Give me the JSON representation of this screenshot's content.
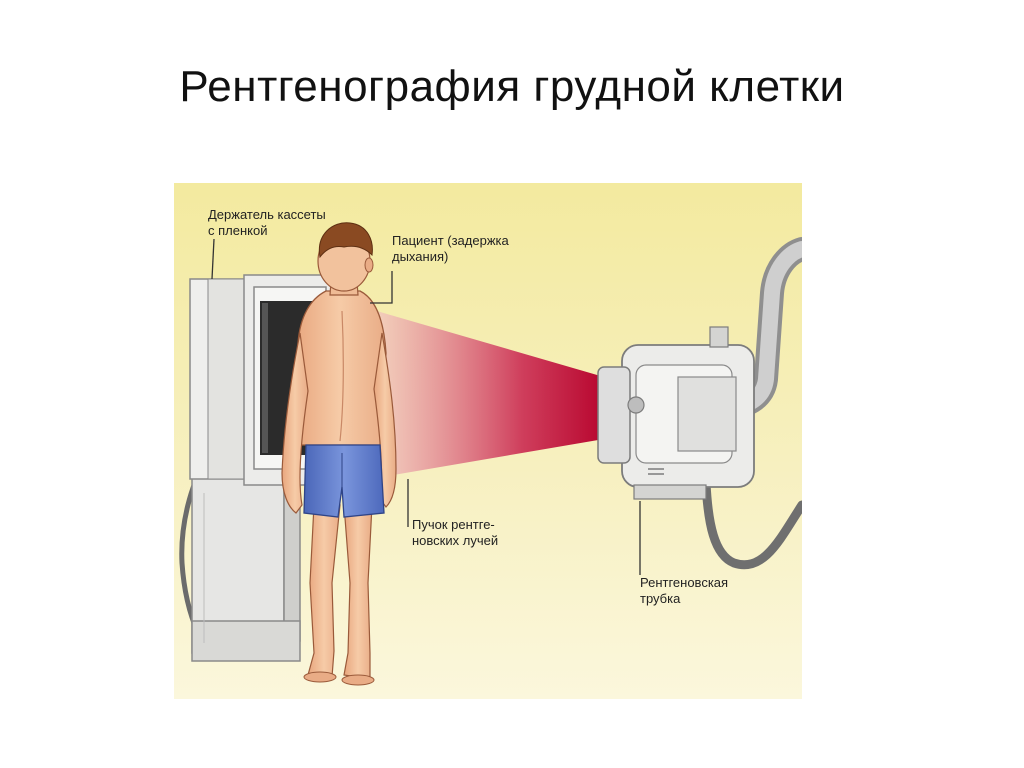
{
  "slide": {
    "title": "Рентгенография грудной клетки"
  },
  "diagram": {
    "labels": {
      "cassette_holder_line1": "Держатель кассеты",
      "cassette_holder_line2": "с пленкой",
      "patient_line1": "Пациент (задержка",
      "patient_line2": "дыхания)",
      "beam_line1": "Пучок рентге-",
      "beam_line2": "новских лучей",
      "tube_line1": "Рентгеновская",
      "tube_line2": "трубка"
    },
    "colors": {
      "background_top": "#f4ecb0",
      "background_bottom": "#faf6d2",
      "beam": "#c4123a",
      "skin": "#f1c09a",
      "shorts": "#5b78c6",
      "hair": "#8a4a22",
      "equipment": "#ececec"
    }
  }
}
